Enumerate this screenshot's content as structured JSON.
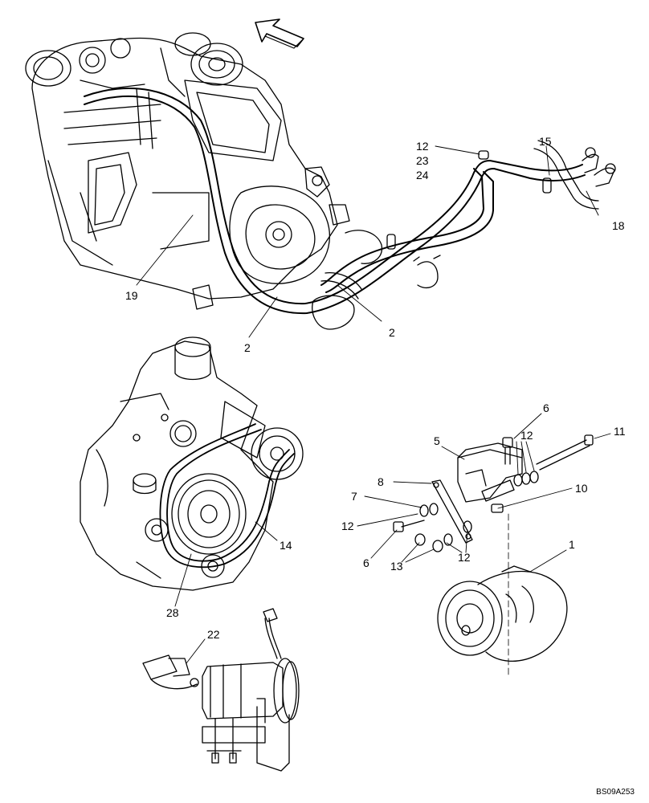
{
  "document_id": "BS09A253",
  "callouts": {
    "c1": "1",
    "c2a": "2",
    "c2b": "2",
    "c5": "5",
    "c6a": "6",
    "c6b": "6",
    "c7": "7",
    "c8": "8",
    "c10": "10",
    "c11": "11",
    "c12a": "12",
    "c12b": "12",
    "c12c": "12",
    "c12d": "12",
    "c13": "13",
    "c14": "14",
    "c15": "15",
    "c18": "18",
    "c19": "19",
    "c22": "22",
    "c23": "23",
    "c24": "24",
    "c28": "28"
  },
  "icons": {
    "direction_arrow": "arrow-up-left-icon"
  }
}
